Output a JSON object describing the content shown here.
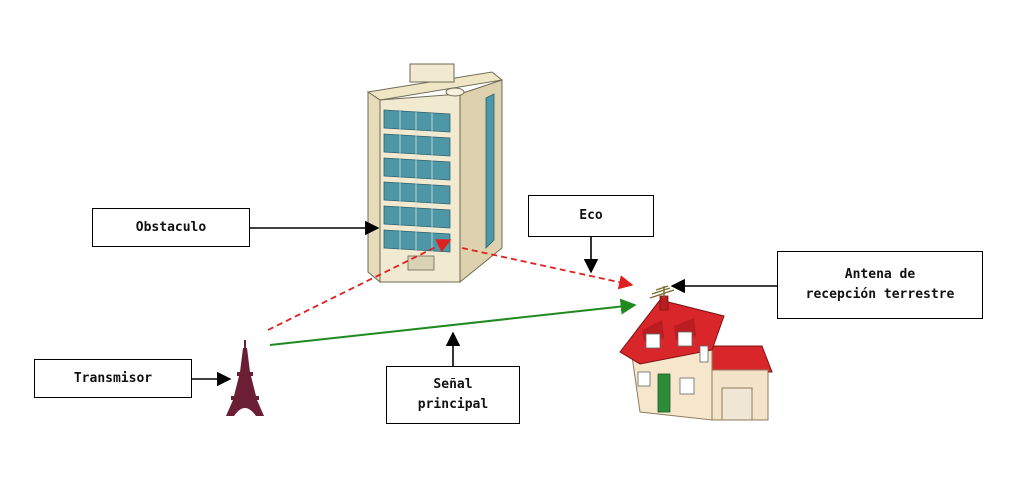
{
  "labels": {
    "obstaculo": "Obstaculo",
    "eco": "Eco",
    "antena_line1": "Antena de",
    "antena_line2": "recepción terrestre",
    "transmisor": "Transmisor",
    "senal_line1": "Señal",
    "senal_line2": "principal"
  },
  "colors": {
    "main_signal": "#1f8a1f",
    "echo_signal": "#e02020",
    "tower": "#6b1f35",
    "roof": "#d8262a",
    "building_glass": "#4e97a6"
  }
}
